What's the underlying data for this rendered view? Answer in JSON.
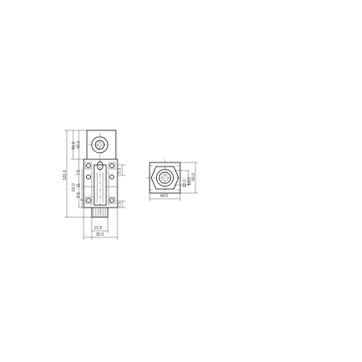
{
  "colors": {
    "line": "#3a3a3a",
    "background": "#ffffff"
  },
  "front_view": {
    "dims_left": [
      "40.0",
      "120.0"
    ],
    "dims_inner": [
      "40.0",
      "7.5",
      "60.0",
      "11",
      "8.5",
      "2"
    ],
    "dims_right": [
      "5.3",
      "7.5"
    ],
    "dims_bottom": [
      "22.8",
      "30.0"
    ]
  },
  "side_view": {
    "dims_right": [
      "13.0",
      "M20",
      "40.0"
    ],
    "dims_bottom": [
      "40.0"
    ]
  }
}
